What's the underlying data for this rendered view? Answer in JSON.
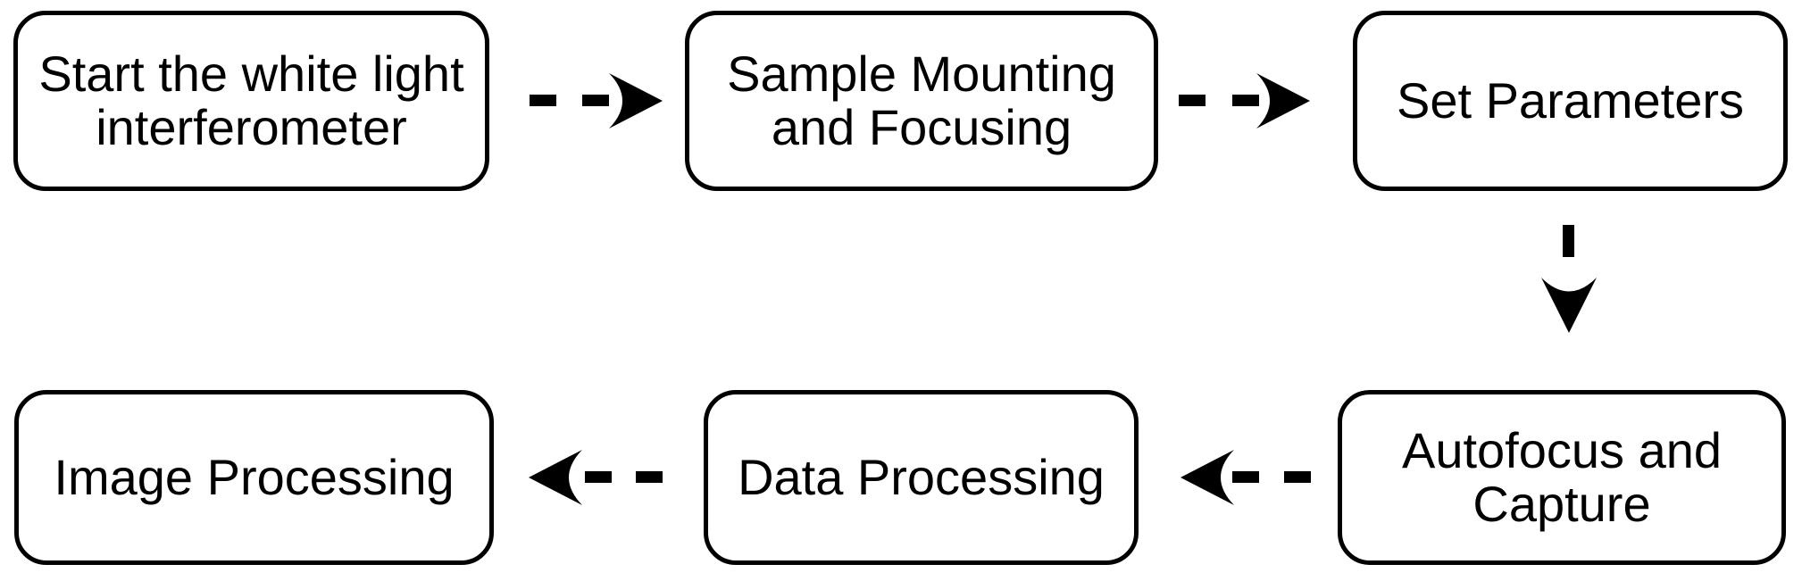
{
  "diagram": {
    "type": "flowchart",
    "background": "#ffffff",
    "node_style": {
      "fill": "#ffffff",
      "stroke": "#000000",
      "text_color": "#000000",
      "shape": "rounded-rectangle"
    },
    "arrow_style": {
      "color": "#000000",
      "pattern": "dashed",
      "head": "stealth"
    },
    "nodes": [
      {
        "id": "start",
        "label": "Start the white light\ninterferometer"
      },
      {
        "id": "sample-mounting",
        "label": "Sample Mounting\nand Focusing"
      },
      {
        "id": "set-parameters",
        "label": "Set Parameters"
      },
      {
        "id": "autofocus-capture",
        "label": "Autofocus and\nCapture"
      },
      {
        "id": "data-processing",
        "label": "Data Processing"
      },
      {
        "id": "image-processing",
        "label": "Image Processing"
      }
    ],
    "edges": [
      {
        "from": "start",
        "to": "sample-mounting",
        "direction": "right"
      },
      {
        "from": "sample-mounting",
        "to": "set-parameters",
        "direction": "right"
      },
      {
        "from": "set-parameters",
        "to": "autofocus-capture",
        "direction": "down"
      },
      {
        "from": "autofocus-capture",
        "to": "data-processing",
        "direction": "left"
      },
      {
        "from": "data-processing",
        "to": "image-processing",
        "direction": "left"
      }
    ]
  }
}
